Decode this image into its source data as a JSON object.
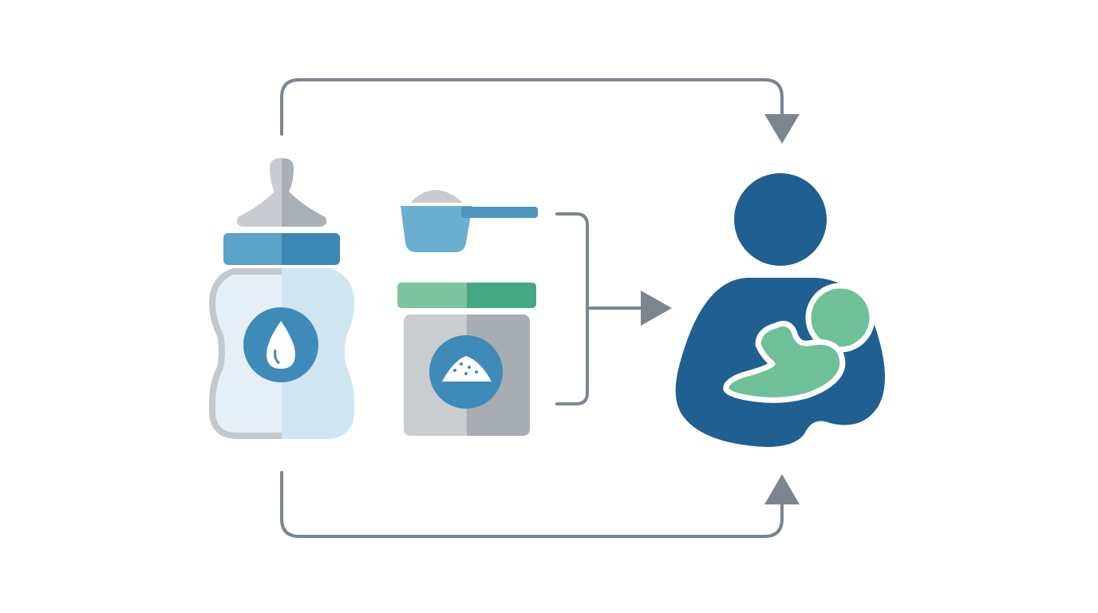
{
  "diagram": {
    "nodes": [
      {
        "id": "bottle",
        "icon": "baby-bottle-icon",
        "badge_icon": "water-drop-icon"
      },
      {
        "id": "scoop",
        "icon": "formula-scoop-icon"
      },
      {
        "id": "container",
        "icon": "formula-container-icon",
        "badge_icon": "powder-icon"
      },
      {
        "id": "caregiver",
        "icon": "caregiver-holding-baby-icon"
      }
    ],
    "edges": [
      {
        "from": "bottle",
        "to": "caregiver",
        "route": "top-loop"
      },
      {
        "from": "bottle",
        "to": "caregiver",
        "route": "bottom-loop"
      },
      {
        "from": "scoop+container",
        "to": "caregiver",
        "route": "bracket-arrow"
      }
    ]
  },
  "colors": {
    "arrow": "#7a8590",
    "bottle_cap": "#5ba3c9",
    "bottle_cap_dark": "#3d87b5",
    "bottle_nipple": "#c8ccd0",
    "bottle_body": "#e6eff5",
    "bottle_body_light": "#cfe5f2",
    "badge_blue": "#3e8ab8",
    "scoop": "#6aaed0",
    "scoop_dark": "#4f93bf",
    "container_lid": "#7cc4a0",
    "container_lid_dark": "#45a884",
    "container_body": "#c9cdd0",
    "container_body_dark": "#a7adb2",
    "caregiver": "#1f5f92",
    "baby": "#6fbf98"
  }
}
